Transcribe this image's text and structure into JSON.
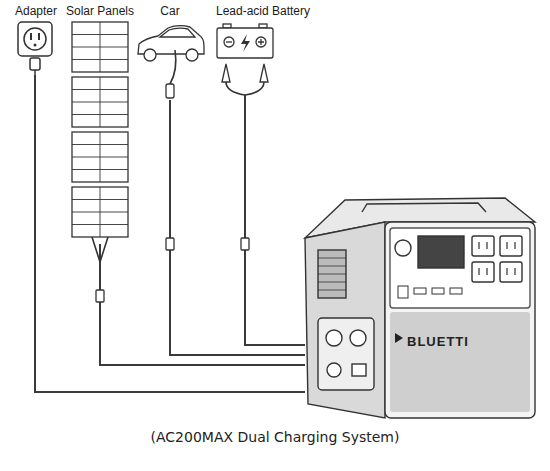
{
  "diagram": {
    "caption": "(AC200MAX Dual Charging System)",
    "nodes": [
      {
        "text": [
          "Adapter"
        ]
      },
      {
        "text": [
          "Solar Panels"
        ]
      },
      {
        "text": [
          "Car"
        ]
      },
      {
        "text": [
          "Lead-acid Battery"
        ]
      },
      {
        "text": [
          "BLUETTI"
        ]
      }
    ],
    "edges": [
      {
        "from": 0,
        "to": 4,
        "arrow": "none"
      },
      {
        "from": 1,
        "to": 4,
        "arrow": "none"
      },
      {
        "from": 2,
        "to": 4,
        "arrow": "none"
      },
      {
        "from": 3,
        "to": 4,
        "arrow": "none"
      }
    ]
  }
}
